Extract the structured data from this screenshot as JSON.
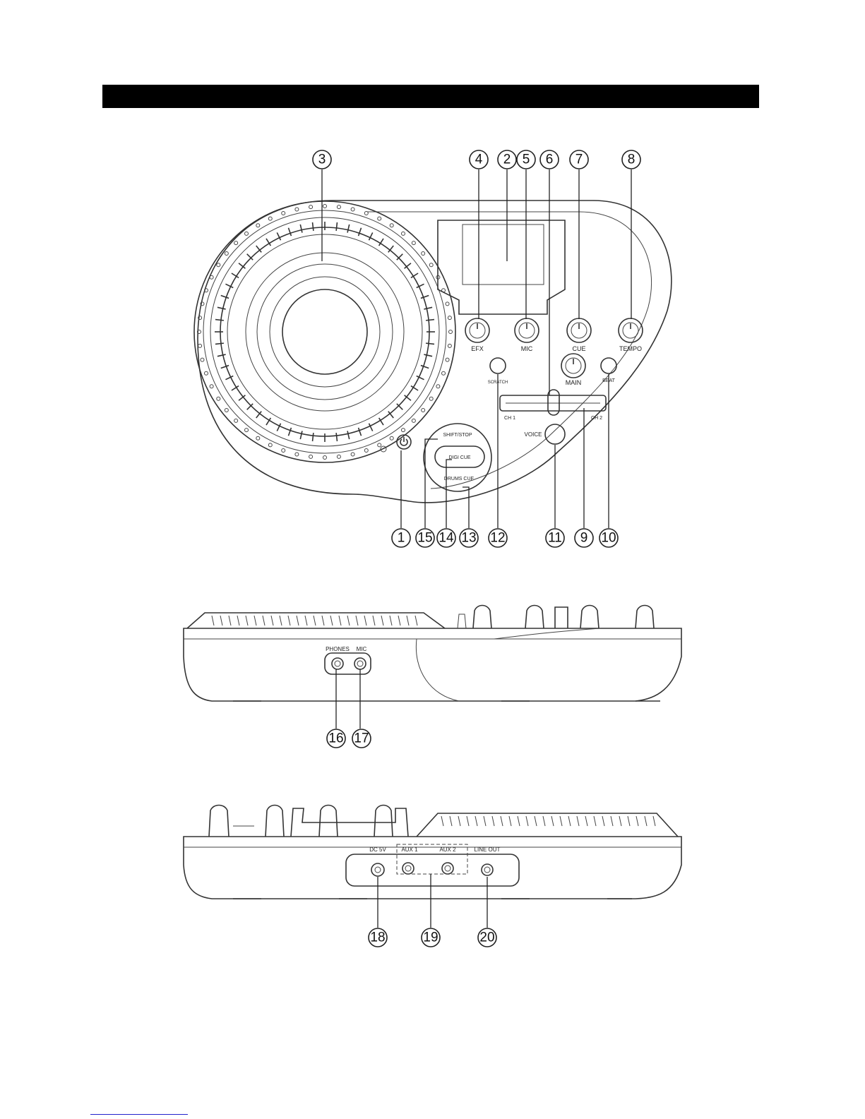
{
  "top_view": {
    "labels": {
      "efx": "EFX",
      "mic": "MIC",
      "cue": "CUE",
      "tempo": "TEMPO",
      "scratch": "SCRATCH",
      "main": "MAIN",
      "beat": "BEAT",
      "ch1": "CH 1",
      "ch2": "CH 2",
      "voice": "VOICE",
      "shift_stop": "SHIFT/STOP",
      "digi_cue": "DIGI CUE",
      "drums_cue": "DRUMS CUE"
    },
    "callouts": [
      "3",
      "4",
      "2",
      "5",
      "6",
      "7",
      "8",
      "1",
      "15",
      "14",
      "13",
      "12",
      "11",
      "9",
      "10"
    ]
  },
  "front_view": {
    "labels": {
      "phones": "PHONES",
      "mic": "MIC"
    },
    "callouts": [
      "16",
      "17"
    ]
  },
  "rear_view": {
    "labels": {
      "dc": "DC 5V",
      "aux1": "AUX 1",
      "aux2": "AUX 2",
      "line_out": "LINE OUT"
    },
    "callouts": [
      "18",
      "19",
      "20"
    ]
  }
}
